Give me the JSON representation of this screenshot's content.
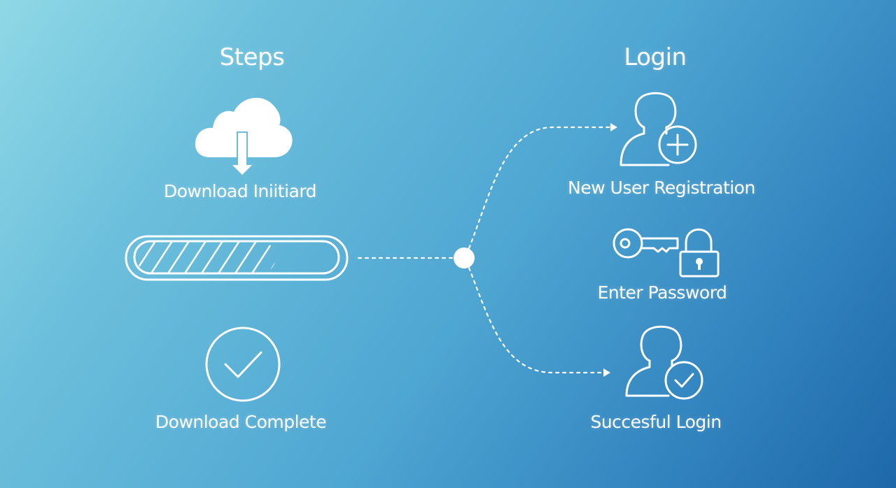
{
  "diagram": {
    "left_heading": "Steps",
    "right_heading": "Login",
    "steps": [
      {
        "label": "Download Iniitiard",
        "icon": "cloud-download-icon"
      },
      {
        "label": "",
        "icon": "progress-bar",
        "progress": 0.7
      },
      {
        "label": "Download Complete",
        "icon": "check-circle-icon"
      }
    ],
    "login_steps": [
      {
        "label": "New User Registration",
        "icon": "add-user-icon"
      },
      {
        "label": "Enter Password",
        "icon": "key-lock-icon"
      },
      {
        "label": "Succesful Login",
        "icon": "user-check-icon"
      }
    ],
    "colors": {
      "foreground": "#ffffff",
      "gradient_start": "#8fd8e6",
      "gradient_end": "#1e68aa"
    }
  }
}
